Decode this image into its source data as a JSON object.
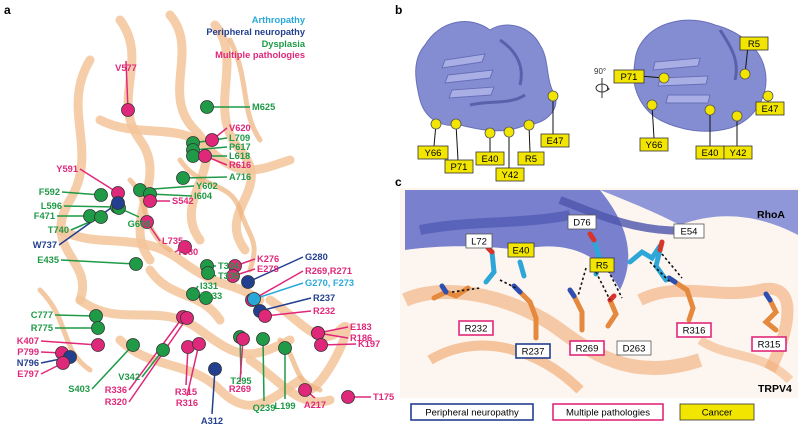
{
  "colors": {
    "arthropathy": "#29a8d8",
    "peripheral": "#233f8f",
    "dysplasia": "#1f9a47",
    "multiple": "#e0287a",
    "cancer": "#f2e600",
    "rhoa": "#6b75c6",
    "trpv4": "#e4893e"
  },
  "panel_a": {
    "letter": "a",
    "legend": [
      {
        "text": "Arthropathy",
        "cat": "arthropathy"
      },
      {
        "text": "Peripheral neuropathy",
        "cat": "peripheral"
      },
      {
        "text": "Dysplasia",
        "cat": "dysplasia"
      },
      {
        "text": "Multiple pathologies",
        "cat": "multiple"
      }
    ],
    "mutations": [
      {
        "label": "V577",
        "cat": "multiple"
      },
      {
        "label": "M625",
        "cat": "dysplasia"
      },
      {
        "label": "V620",
        "cat": "multiple"
      },
      {
        "label": "L709",
        "cat": "dysplasia"
      },
      {
        "label": "P617",
        "cat": "dysplasia"
      },
      {
        "label": "L618",
        "cat": "dysplasia"
      },
      {
        "label": "R616",
        "cat": "multiple"
      },
      {
        "label": "Y591",
        "cat": "multiple"
      },
      {
        "label": "A716",
        "cat": "dysplasia"
      },
      {
        "label": "F592",
        "cat": "dysplasia"
      },
      {
        "label": "Y602",
        "cat": "dysplasia"
      },
      {
        "label": "L596",
        "cat": "dysplasia"
      },
      {
        "label": "I604",
        "cat": "dysplasia"
      },
      {
        "label": "F471",
        "cat": "dysplasia"
      },
      {
        "label": "S542",
        "cat": "multiple"
      },
      {
        "label": "G600",
        "cat": "dysplasia"
      },
      {
        "label": "T740",
        "cat": "dysplasia"
      },
      {
        "label": "W737",
        "cat": "peripheral"
      },
      {
        "label": "L735",
        "cat": "multiple"
      },
      {
        "label": "E435",
        "cat": "dysplasia"
      },
      {
        "label": "T380",
        "cat": "multiple"
      },
      {
        "label": "T334",
        "cat": "dysplasia"
      },
      {
        "label": "T335",
        "cat": "dysplasia"
      },
      {
        "label": "I331",
        "cat": "dysplasia"
      },
      {
        "label": "D333",
        "cat": "dysplasia"
      },
      {
        "label": "K276",
        "cat": "multiple"
      },
      {
        "label": "E278",
        "cat": "multiple"
      },
      {
        "label": "G280",
        "cat": "peripheral"
      },
      {
        "label": "R269,R271",
        "cat": "multiple"
      },
      {
        "label": "G270, F273",
        "cat": "arthropathy"
      },
      {
        "label": "R237",
        "cat": "peripheral"
      },
      {
        "label": "R232",
        "cat": "multiple"
      },
      {
        "label": "E183",
        "cat": "multiple"
      },
      {
        "label": "R186",
        "cat": "multiple"
      },
      {
        "label": "C777",
        "cat": "dysplasia"
      },
      {
        "label": "R775",
        "cat": "dysplasia"
      },
      {
        "label": "K407",
        "cat": "multiple"
      },
      {
        "label": "P799",
        "cat": "multiple"
      },
      {
        "label": "N796",
        "cat": "peripheral"
      },
      {
        "label": "E797",
        "cat": "multiple"
      },
      {
        "label": "K197",
        "cat": "multiple"
      },
      {
        "label": "S403",
        "cat": "dysplasia"
      },
      {
        "label": "V342",
        "cat": "dysplasia"
      },
      {
        "label": "R336",
        "cat": "multiple"
      },
      {
        "label": "R320",
        "cat": "multiple"
      },
      {
        "label": "R315",
        "cat": "multiple"
      },
      {
        "label": "R316",
        "cat": "multiple"
      },
      {
        "label": "T295",
        "cat": "dysplasia"
      },
      {
        "label": "R269",
        "cat": "multiple"
      },
      {
        "label": "Q239",
        "cat": "dysplasia"
      },
      {
        "label": "L199",
        "cat": "dysplasia"
      },
      {
        "label": "A312",
        "cat": "peripheral"
      },
      {
        "label": "A217",
        "cat": "multiple"
      },
      {
        "label": "T175",
        "cat": "multiple"
      }
    ]
  },
  "panel_b": {
    "letter": "b",
    "rotation": "90°",
    "left_labels": [
      "Y66",
      "P71",
      "E40",
      "Y42",
      "R5",
      "E47"
    ],
    "right_labels": [
      "R5",
      "P71",
      "E47",
      "Y66",
      "E40",
      "Y42"
    ]
  },
  "panel_c": {
    "letter": "c",
    "rhoa_label": "RhoA",
    "trpv4_label": "TRPV4",
    "residues": [
      {
        "text": "L72",
        "style": "plain"
      },
      {
        "text": "E40",
        "style": "cancer"
      },
      {
        "text": "D76",
        "style": "plain"
      },
      {
        "text": "R5",
        "style": "cancer"
      },
      {
        "text": "E54",
        "style": "plain"
      },
      {
        "text": "R232",
        "style": "multiple"
      },
      {
        "text": "R237",
        "style": "peripheral"
      },
      {
        "text": "R269",
        "style": "multiple"
      },
      {
        "text": "D263",
        "style": "plain"
      },
      {
        "text": "R316",
        "style": "multiple"
      },
      {
        "text": "R315",
        "style": "multiple"
      }
    ],
    "legend": [
      {
        "text": "Peripheral neuropathy",
        "style": "peripheral"
      },
      {
        "text": "Multiple pathologies",
        "style": "multiple"
      },
      {
        "text": "Cancer",
        "style": "cancer"
      }
    ]
  }
}
